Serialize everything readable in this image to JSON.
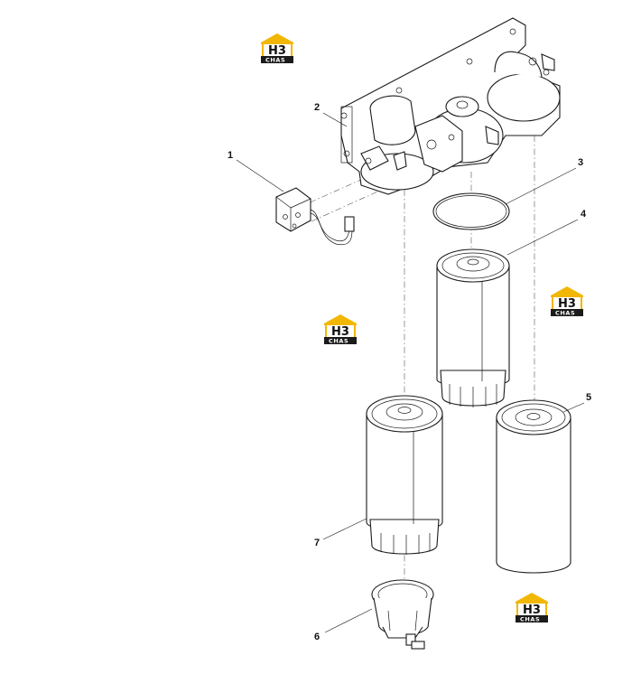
{
  "callouts": [
    {
      "id": "1",
      "label": "1"
    },
    {
      "id": "2",
      "label": "2"
    },
    {
      "id": "3",
      "label": "3"
    },
    {
      "id": "4",
      "label": "4"
    },
    {
      "id": "5",
      "label": "5"
    },
    {
      "id": "6",
      "label": "6"
    },
    {
      "id": "7",
      "label": "7"
    }
  ],
  "watermark": {
    "mark": "H3",
    "sub": "CHAS"
  },
  "colors": {
    "logo_yellow": "#f2b705",
    "logo_dark": "#1b1b1b",
    "line": "#1a1a1a"
  }
}
